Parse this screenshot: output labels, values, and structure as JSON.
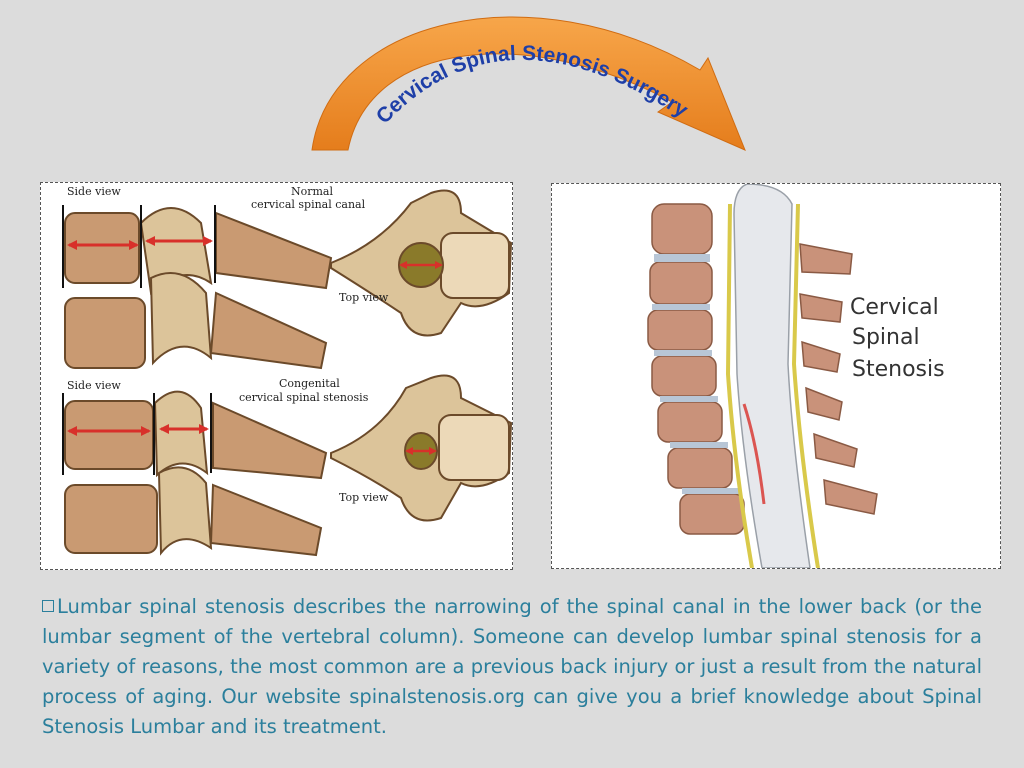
{
  "title": "Cervical Spinal Stenosis Surgery",
  "colors": {
    "background": "#dcdcdc",
    "arrow": "#f08a2a",
    "title_text": "#1e3fa8",
    "body_text": "#2b7f9c",
    "bone": "#c8a07a",
    "canal": "#8a7a2a",
    "red_arrow": "#d8302a"
  },
  "left_figure": {
    "normal": {
      "side_view": "Side view",
      "caption_line1": "Normal",
      "caption_line2": "cervical spinal canal",
      "top_view": "Top view"
    },
    "congenital": {
      "side_view": "Side view",
      "caption_line1": "Congenital",
      "caption_line2": "cervical spinal stenosis",
      "top_view": "Top view"
    }
  },
  "right_figure": {
    "label_line1": "Cervical",
    "label_line2": "Spinal",
    "label_line3": "Stenosis"
  },
  "body": {
    "bullet_icon": "checkbox-bullet",
    "text": "Lumbar spinal stenosis describes the narrowing of the spinal canal in the lower back (or the lumbar segment of the vertebral column). Someone can develop lumbar spinal stenosis for a variety of reasons, the most common are a previous back injury or just a result from the natural process of aging. Our website spinalstenosis.org can give you a brief knowledge about Spinal Stenosis Lumbar and its treatment."
  }
}
